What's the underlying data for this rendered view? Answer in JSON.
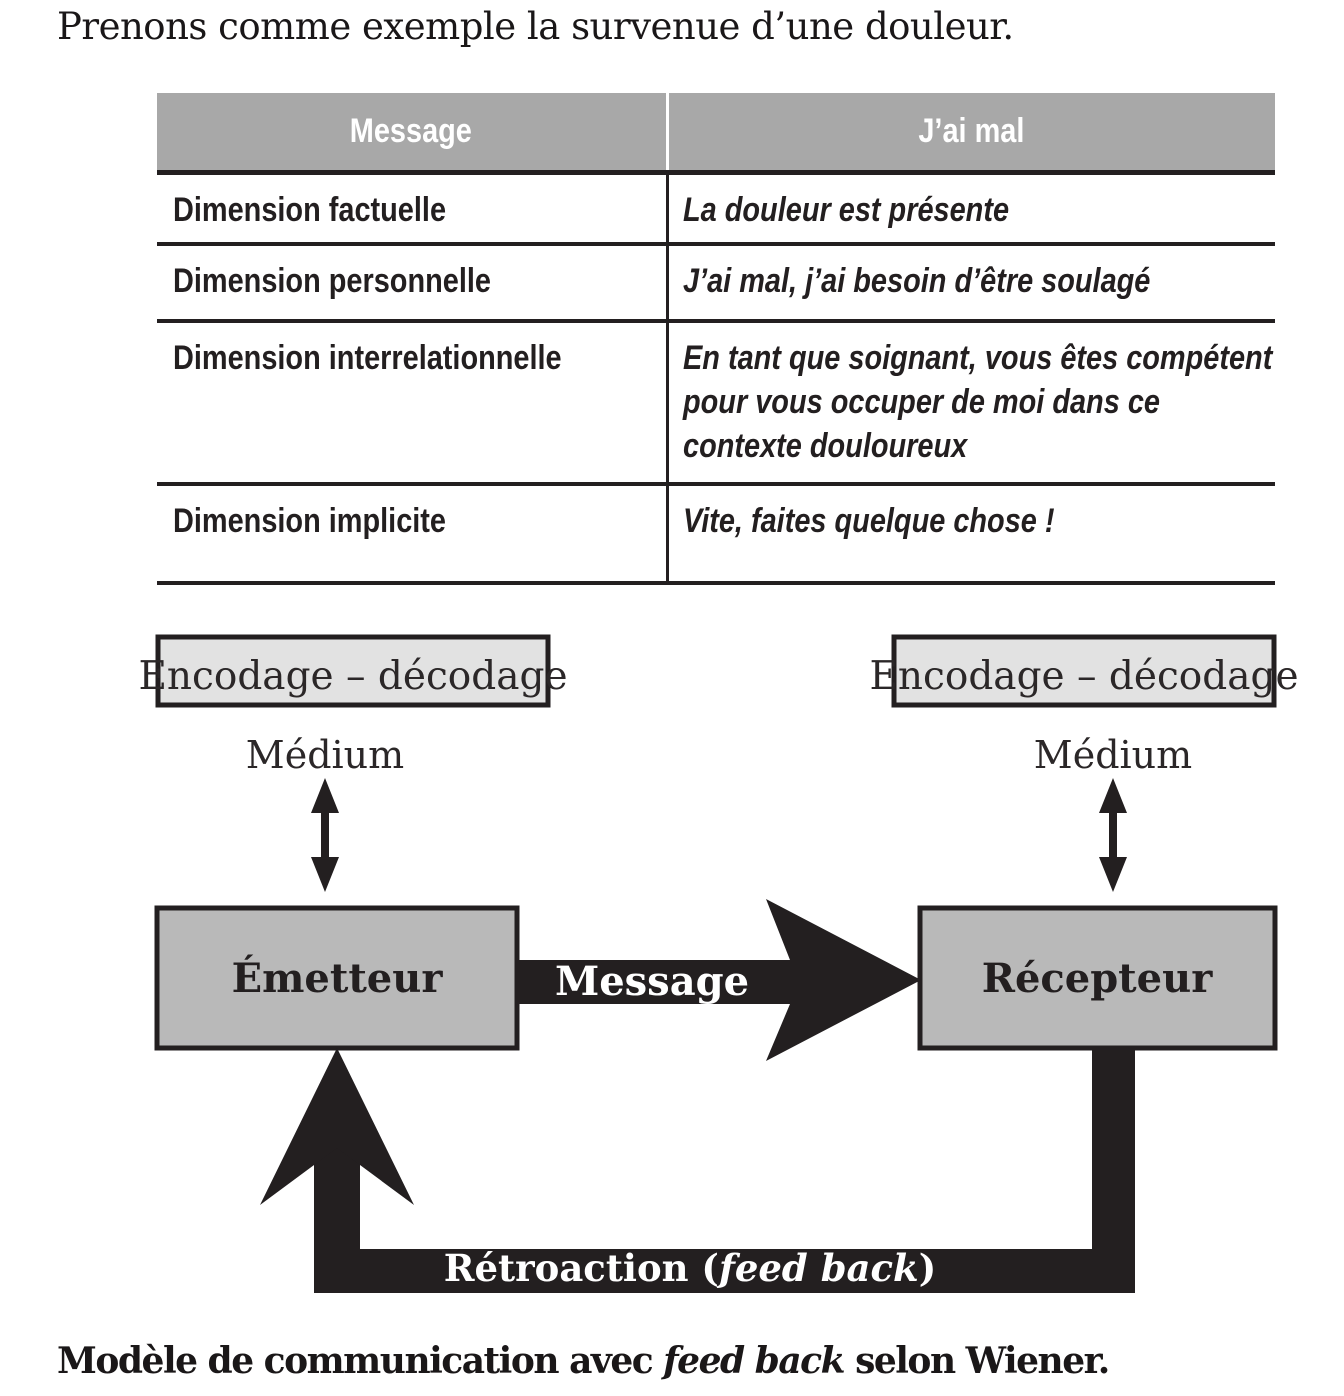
{
  "intro": "Prenons comme exemple la survenue d’une douleur.",
  "table": {
    "header": {
      "col1": "Message",
      "col2": "J’ai mal"
    },
    "rows": [
      {
        "label": "Dimension factuelle",
        "value": "La douleur est présente"
      },
      {
        "label": "Dimension personnelle",
        "value": "J’ai mal, j’ai besoin d’être soulagé"
      },
      {
        "label": "Dimension interrelationnelle",
        "value": "En tant que soignant, vous êtes compétent pour vous occuper de moi dans ce contexte douloureux"
      },
      {
        "label": "Dimension implicite",
        "value": "Vite, faites quelque chose !"
      }
    ]
  },
  "diagram": {
    "encodage_left": "Encodage – décodage",
    "encodage_right": "Encodage – décodage",
    "medium_left": "Médium",
    "medium_right": "Médium",
    "emetteur": "Émetteur",
    "recepteur": "Récepteur",
    "message": "Message",
    "retroaction_prefix": "Rétroaction (",
    "retroaction_italic": "feed back",
    "retroaction_suffix": ")"
  },
  "caption": {
    "part1": "Modèle de communication avec ",
    "italic": "feed back",
    "part2": " selon Wiener."
  },
  "colors": {
    "ink_black": "#231f20",
    "header_gray": "#a8a8a8",
    "node_gray": "#b9b9b9",
    "encodage_gray": "#e2e2e2",
    "text_white": "#ffffff"
  }
}
